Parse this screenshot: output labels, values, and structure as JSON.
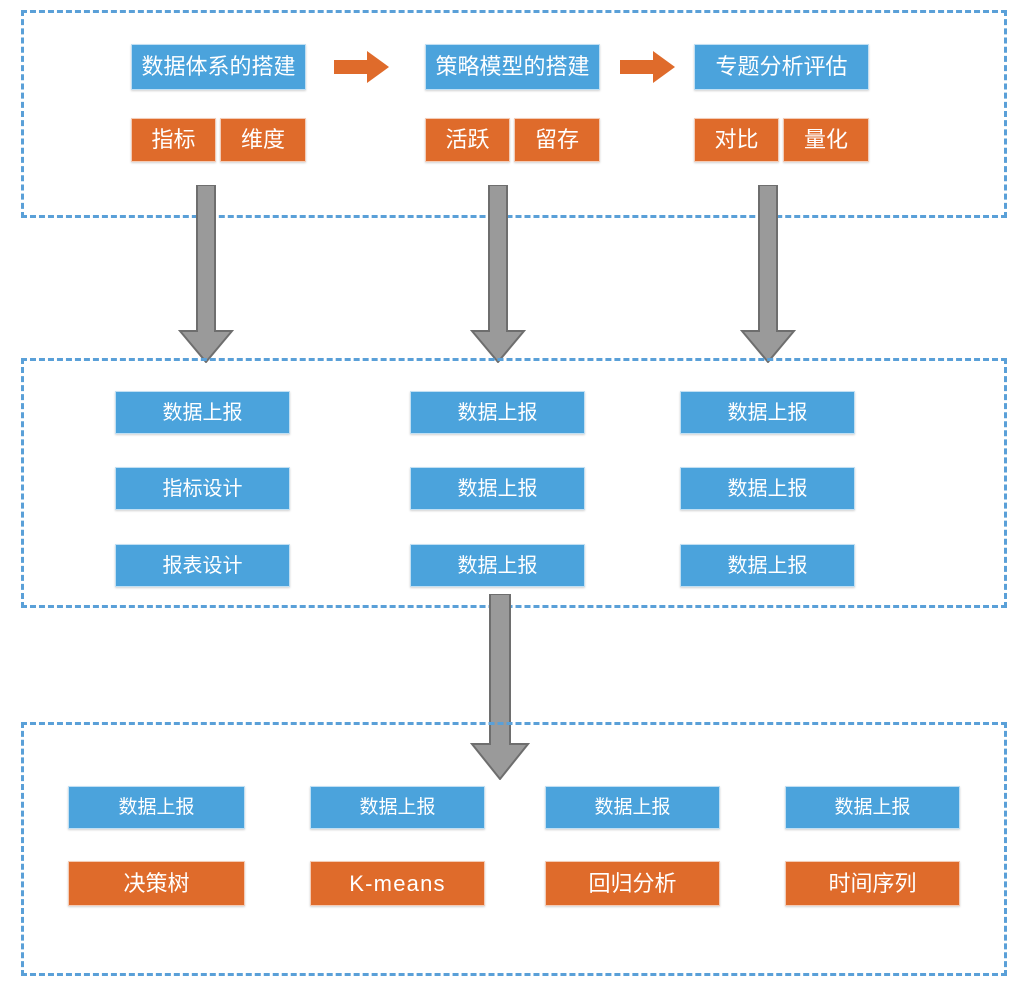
{
  "theme": {
    "blue": "#4BA3DC",
    "orange": "#DF6B2B",
    "dashed_border": "#5AA0D8",
    "arrow_gray_fill": "#9A9A9A",
    "arrow_gray_stroke": "#6E6E6E",
    "background": "#FFFFFF"
  },
  "groups": [
    {
      "id": "group-top",
      "name": "top-layer-group"
    },
    {
      "id": "group-middle",
      "name": "middle-layer-group"
    },
    {
      "id": "group-bottom",
      "name": "bottom-layer-group"
    }
  ],
  "top_layer": {
    "stages": [
      {
        "title": "数据体系的搭建",
        "tags": [
          "指标",
          "维度"
        ]
      },
      {
        "title": "策略模型的搭建",
        "tags": [
          "活跃",
          "留存"
        ]
      },
      {
        "title": "专题分析评估",
        "tags": [
          "对比",
          "量化"
        ]
      }
    ],
    "connectors": [
      {
        "name": "right-arrow-icon",
        "from": "数据体系的搭建",
        "to": "策略模型的搭建"
      },
      {
        "name": "right-arrow-icon",
        "from": "策略模型的搭建",
        "to": "专题分析评估"
      }
    ]
  },
  "middle_layer": {
    "columns": [
      {
        "items": [
          "数据上报",
          "指标设计",
          "报表设计"
        ]
      },
      {
        "items": [
          "数据上报",
          "数据上报",
          "数据上报"
        ]
      },
      {
        "items": [
          "数据上报",
          "数据上报",
          "数据上报"
        ]
      }
    ]
  },
  "bottom_layer": {
    "columns": [
      {
        "top": "数据上报",
        "bottom": "决策树"
      },
      {
        "top": "数据上报",
        "bottom": "K-means"
      },
      {
        "top": "数据上报",
        "bottom": "回归分析"
      },
      {
        "top": "数据上报",
        "bottom": "时间序列"
      }
    ]
  },
  "down_arrows": [
    {
      "name": "down-arrow-icon-col1",
      "label": "top-to-middle-column-1"
    },
    {
      "name": "down-arrow-icon-col2",
      "label": "top-to-middle-column-2"
    },
    {
      "name": "down-arrow-icon-col3",
      "label": "top-to-middle-column-3"
    },
    {
      "name": "down-arrow-icon-middle-to-bottom",
      "label": "middle-to-bottom"
    }
  ]
}
